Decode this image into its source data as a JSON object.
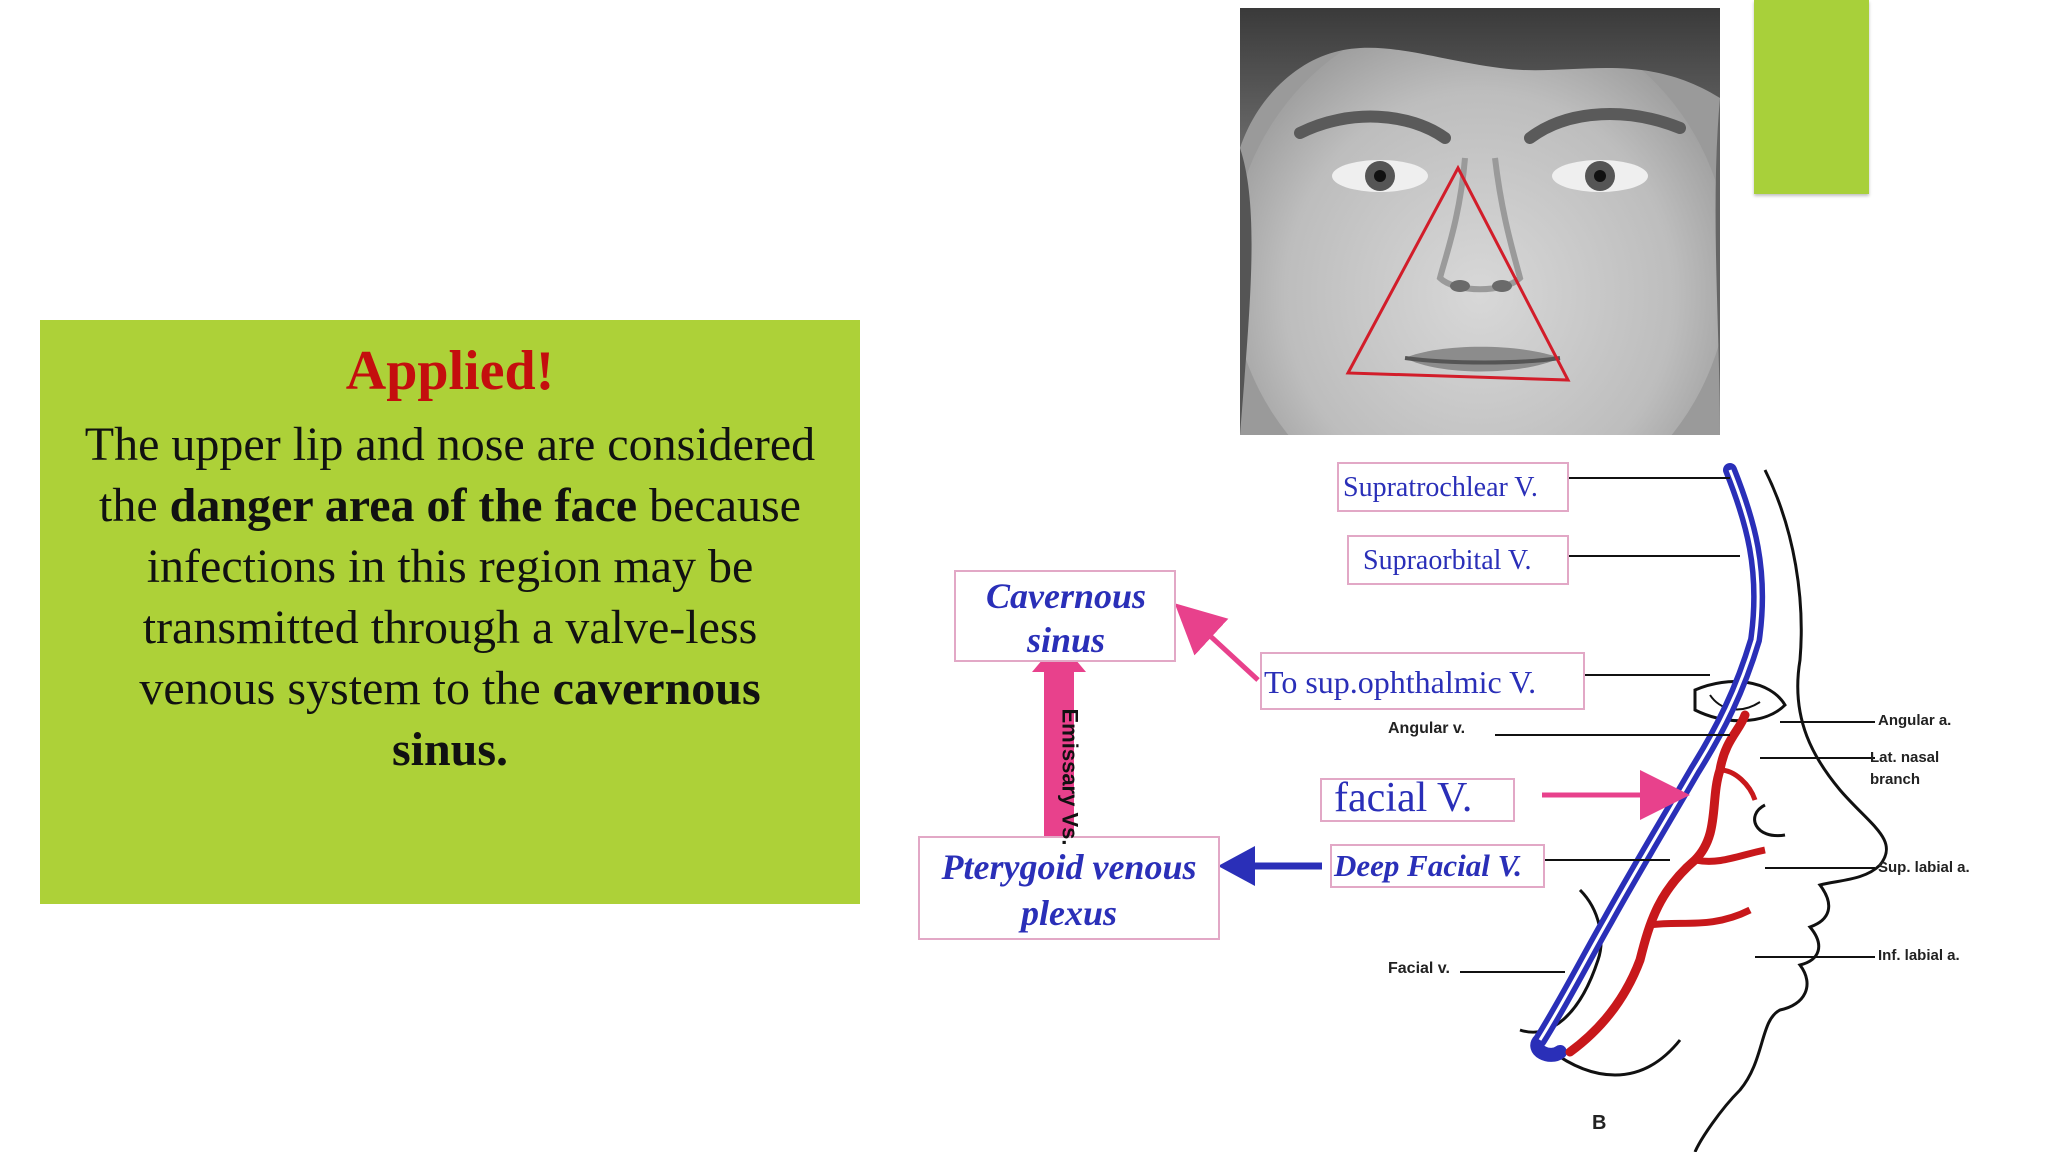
{
  "callout": {
    "title": "Applied!",
    "body_1": "The upper lip and nose are considered the ",
    "body_bold_1": "danger area of the face",
    "body_2": " because infections in this region may be transmitted through a valve-less venous system to the ",
    "body_bold_2": "cavernous sinus."
  },
  "diagram": {
    "label_supratrochlear": "Supratrochlear V.",
    "label_supraorbital": "Supraorbital V.",
    "label_cavernous": "Cavernous sinus",
    "label_sup_ophthalmic": "To sup.ophthalmic V.",
    "label_angular_v": "Angular v.",
    "label_facial_v_big": "facial V.",
    "label_deep_facial": "Deep Facial V.",
    "label_pterygoid": "Pterygoid venous plexus",
    "label_emissary": "Emissary Vs.",
    "label_facial_v_small": "Facial v.",
    "label_angular_a": "Angular a.",
    "label_lat_nasal": "Lat. nasal branch",
    "label_sup_labial": "Sup. labial a.",
    "label_inf_labial": "Inf. labial a.",
    "label_figure": "B"
  },
  "colors": {
    "accent_green": "#A8D03A",
    "callout_green": "#ADD138",
    "title_red": "#C40E0E",
    "vein_blue": "#2A2FB8",
    "artery_red": "#C8181B",
    "arrow_pink": "#E8418C"
  }
}
